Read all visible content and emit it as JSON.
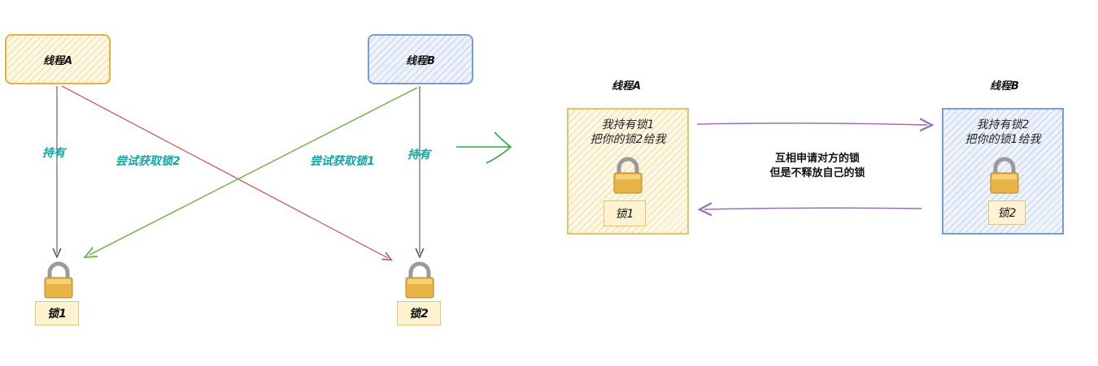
{
  "left_diagram": {
    "thread_a": "线程A",
    "thread_b": "线程B",
    "hold_a": "持有",
    "hold_b": "持有",
    "try_lock2": "尝试获取锁2",
    "try_lock1": "尝试获取锁1",
    "lock1": "锁1",
    "lock2": "锁2"
  },
  "right_diagram": {
    "thread_a_title": "线程A",
    "thread_b_title": "线程B",
    "box_a_line1": "我持有锁1",
    "box_a_line2": "把你的锁2给我",
    "box_b_line1": "我持有锁2",
    "box_b_line2": "把你的锁1给我",
    "lock1": "锁1",
    "lock2": "锁2",
    "middle_line1": "互相申请对方的锁",
    "middle_line2": "但是不释放自己的锁"
  },
  "colors": {
    "yellow_border": "#e6b13f",
    "blue_border": "#7a9cd6",
    "teal_text": "#15a4a4",
    "red_arrow": "#c0504d",
    "green_arrow": "#7fb55a",
    "purple_arrow": "#9b6fb5"
  }
}
